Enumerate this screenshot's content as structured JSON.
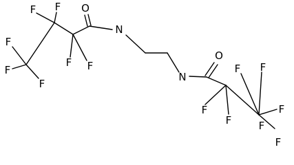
{
  "molecule": {
    "atoms": {
      "o1": "O",
      "n1": "N",
      "n2": "N",
      "o2": "O",
      "fl1": "F",
      "fl2": "F",
      "fl3": "F",
      "fl4": "F",
      "fl5": "F",
      "fl6": "F",
      "fl7": "F",
      "fr1": "F",
      "fr2": "F",
      "fr3": "F",
      "fr4": "F",
      "fr5": "F",
      "fr6": "F",
      "fr7": "F"
    }
  }
}
